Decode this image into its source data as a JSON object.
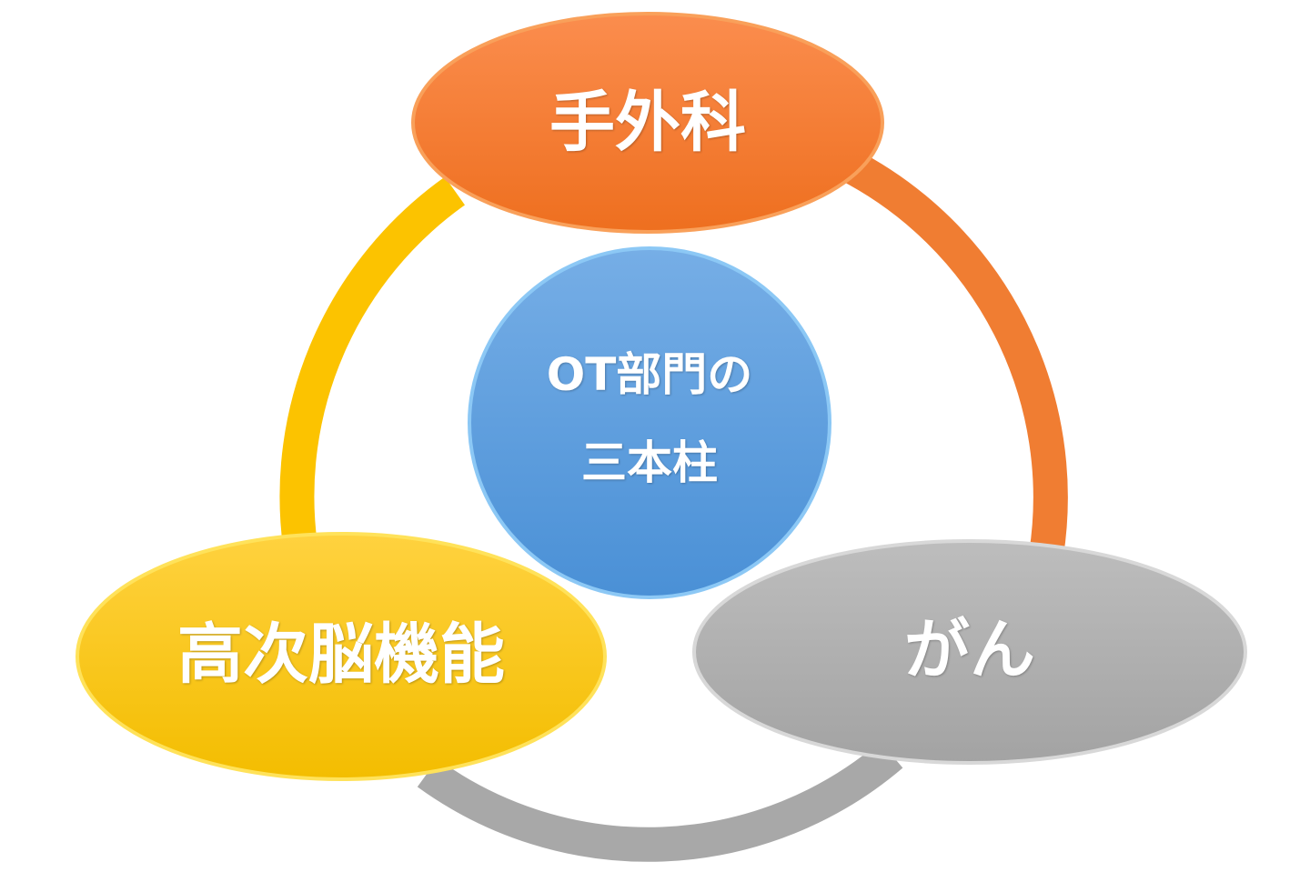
{
  "center": {
    "line1": "OT部門の",
    "line2": "三本柱",
    "color": "#5b9bd5"
  },
  "pillars": [
    {
      "label": "手外科",
      "color": "#f47b2a"
    },
    {
      "label": "高次脳機能",
      "color": "#ffc000"
    },
    {
      "label": "がん",
      "color": "#a5a5a5"
    }
  ]
}
